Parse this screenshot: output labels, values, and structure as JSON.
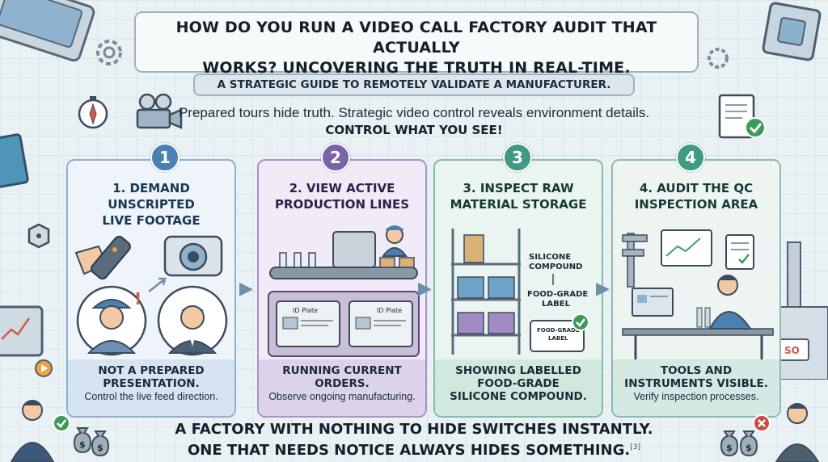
{
  "title": "HOW DO YOU RUN A VIDEO CALL FACTORY AUDIT THAT ACTUALLY WORKS? UNCOVERING THE TRUTH IN REAL-TIME.",
  "title_line1": "HOW DO YOU RUN A VIDEO CALL FACTORY AUDIT THAT ACTUALLY",
  "title_line2": "WORKS? UNCOVERING THE TRUTH IN REAL-TIME.",
  "subtitle": "A STRATEGIC GUIDE TO REMOTELY VALIDATE A MANUFACTURER.",
  "intro": "Prepared tours hide truth. Strategic video control reveals environment details.",
  "intro_emphasis": "CONTROL WHAT YOU SEE!",
  "steps": [
    {
      "number": "1",
      "heading_line1": "1. DEMAND UNSCRIPTED",
      "heading_line2": "LIVE FOOTAGE",
      "footer_bold_line1": "NOT A PREPARED",
      "footer_bold_line2": "PRESENTATION.",
      "footer_text": "Control the live feed direction."
    },
    {
      "number": "2",
      "heading_line1": "2. VIEW ACTIVE",
      "heading_line2": "PRODUCTION LINES",
      "plate_label": "ID Plate",
      "footer_bold_line1": "RUNNING CURRENT",
      "footer_bold_line2": "ORDERS.",
      "footer_text": "Observe ongoing manufacturing."
    },
    {
      "number": "3",
      "heading_line1": "3. INSPECT RAW",
      "heading_line2": "MATERIAL STORAGE",
      "callout_1_line1": "SILICONE",
      "callout_1_line2": "COMPOUND",
      "callout_2_line1": "FOOD-GRADE",
      "callout_2_line2": "LABEL",
      "tag_line1": "FOOD-GRADE",
      "tag_line2": "LABEL",
      "footer_bold_line1": "SHOWING LABELLED",
      "footer_bold_line2": "FOOD-GRADE",
      "footer_bold_line3": "SILICONE COMPOUND."
    },
    {
      "number": "4",
      "heading_line1": "4. AUDIT THE QC",
      "heading_line2": "INSPECTION AREA",
      "footer_bold_line1": "TOOLS AND",
      "footer_bold_line2": "INSTRUMENTS VISIBLE.",
      "footer_text": "Verify inspection processes."
    }
  ],
  "conclusion_line1": "A FACTORY WITH NOTHING TO HIDE SWITCHES INSTANTLY.",
  "conclusion_line2": "ONE THAT NEEDS NOTICE ALWAYS HIDES SOMETHING.",
  "citation": "[3]",
  "icons": [
    "compass-icon",
    "video-camera-icon",
    "document-check-icon",
    "gear-icon",
    "remote-control-icon",
    "camera-icon",
    "worker-avatar",
    "manager-avatar",
    "conveyor-icon",
    "shelf-icon",
    "caliper-icon",
    "monitor-chart-icon",
    "inspector-icon",
    "check-icon",
    "cross-icon",
    "money-bag-icon",
    "factory-icon"
  ],
  "colors": {
    "step1": "#4a80b4",
    "step2": "#7a64a8",
    "step3": "#3f9a80",
    "step4": "#3f9a86",
    "check": "#3e9a58",
    "cross": "#c94b47"
  }
}
